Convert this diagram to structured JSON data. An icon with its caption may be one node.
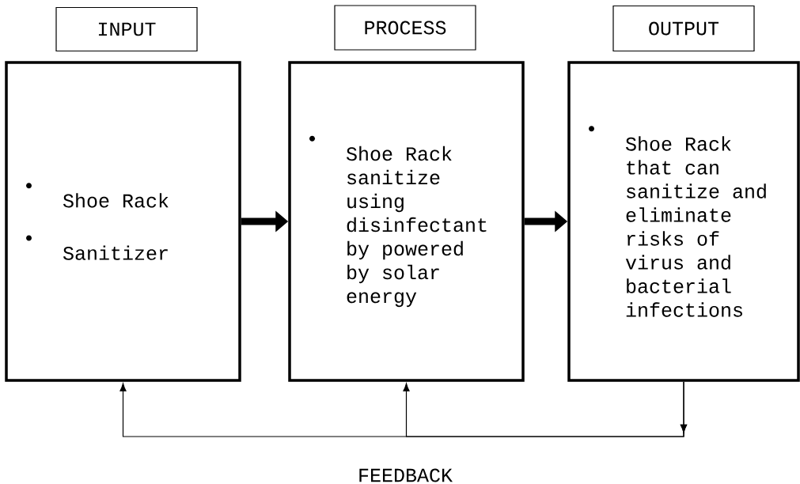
{
  "diagram": {
    "nodes": [
      {
        "text": [
          "INPUT"
        ]
      },
      {
        "text": [
          "PROCESS"
        ]
      },
      {
        "text": [
          "OUTPUT"
        ]
      },
      {
        "text": [
          "Shoe Rack",
          "Sanitizer"
        ]
      },
      {
        "text": [
          "Shoe Rack sanitize using disinfectant by powered by solar energy"
        ]
      },
      {
        "text": [
          "Shoe Rack that can sanitize and eliminate risks of virus and bacterial infections"
        ]
      }
    ],
    "edges": [
      {
        "from": 3,
        "to": 4,
        "arrow": "to",
        "style": "thick"
      },
      {
        "from": 4,
        "to": 5,
        "arrow": "to",
        "style": "thick"
      },
      {
        "from": 5,
        "to": 3,
        "arrow": "to"
      },
      {
        "from": 5,
        "to": 4,
        "arrow": "to"
      }
    ],
    "labels": [
      "FEEDBACK"
    ]
  }
}
